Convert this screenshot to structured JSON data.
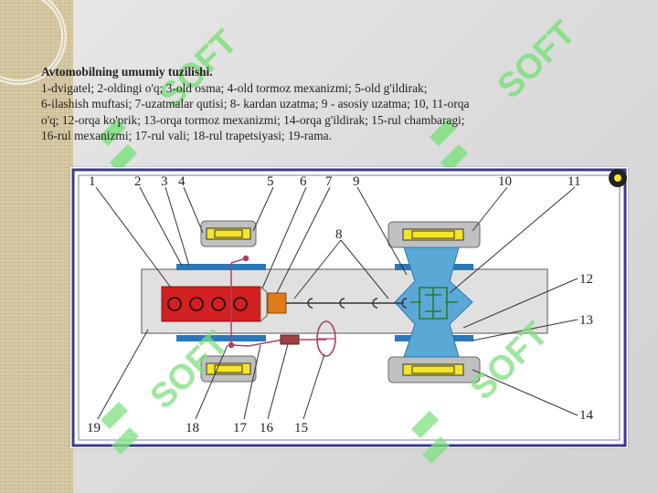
{
  "caption": {
    "heading": "Avtomobilning umumiy tuzilishi.",
    "lines": [
      "1-dvigatel; 2-oldingi o'q; 3-old osma; 4-old tormoz mexanizmi; 5-old g'ildirak;",
      "6-ilashish muftasi; 7-uzatmalar qutisi; 8- kardan uzatma; 9 - asosiy uzatma; 10, 11-orqa",
      "o'q; 12-orqa ko'prik; 13-orqa tormoz mexanizmi; 14-orqa g'ildirak; 15-rul chambaragi;",
      "16-rul mexanizmi; 17-rul vali; 18-rul trapetsiyasi; 19-rama."
    ]
  },
  "diagram": {
    "top_labels": [
      "1",
      "2",
      "3",
      "4",
      "5",
      "6",
      "7",
      "9",
      "10",
      "11"
    ],
    "label_8": "8",
    "right_labels": [
      "12",
      "13",
      "14"
    ],
    "bottom_labels": [
      "19",
      "18",
      "17",
      "16",
      "15"
    ]
  },
  "watermark": {
    "text": "SOFT"
  },
  "colors": {
    "frame_border": "#3a3a8c",
    "engine": "#d32020",
    "gearbox": "#e07a1a",
    "wheel_yellow": "#f4e52a",
    "axle_blue": "#2a78b8",
    "diff_blue": "#5aa8d6",
    "steering": "#b04060",
    "watermark_green": "#7fe07f"
  }
}
